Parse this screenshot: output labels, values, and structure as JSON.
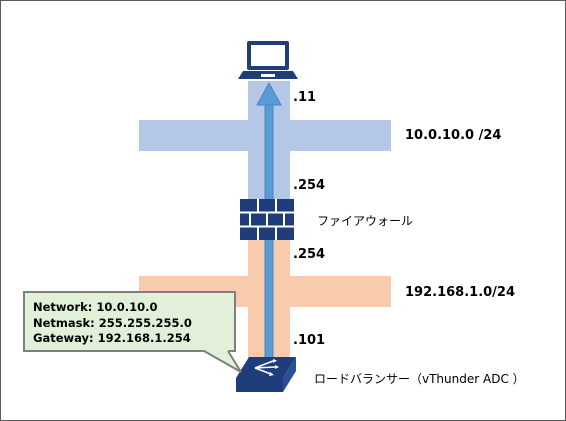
{
  "hosts": {
    "client_ip_suffix": ".11"
  },
  "networks": {
    "upper": {
      "label": "10.0.10.0 /24",
      "color": "#b4c7e7"
    },
    "lower": {
      "label": "192.168.1.0/24",
      "color": "#f8cbad"
    }
  },
  "firewall": {
    "label": "ファイアウォール",
    "upper_ip_suffix": ".254",
    "lower_ip_suffix": ".254",
    "color": "#1f3d7a"
  },
  "load_balancer": {
    "label": "ロードバランサー（vThunder ADC ）",
    "ip_suffix": ".101"
  },
  "route_callout": {
    "network": "Network: 10.0.10.0",
    "netmask": "Netmask: 255.255.255.0",
    "gateway": "Gateway: 192.168.1.254",
    "fill": "#e2f0d9"
  },
  "arrow": {
    "color": "#5b9bd5"
  }
}
